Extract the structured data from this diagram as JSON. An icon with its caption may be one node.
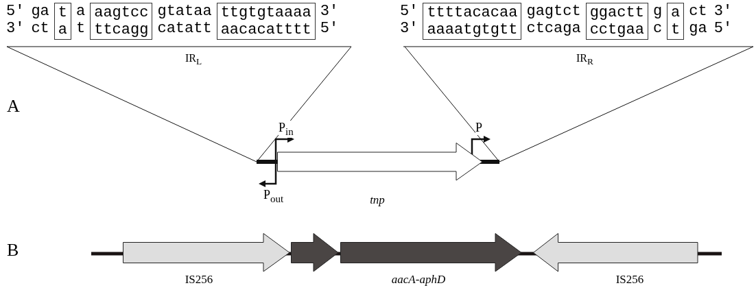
{
  "diagram": {
    "nodes": [
      {
        "text": [
          "t",
          "a"
        ]
      },
      {
        "text": [
          "aagtcc",
          "ttcagg"
        ]
      },
      {
        "text": [
          "ttgtgtaaaa",
          "aacacatttt"
        ]
      },
      {
        "text": [
          "ttttacacaa",
          "aaaatgtgtt"
        ]
      },
      {
        "text": [
          "ggactt",
          "cctgaa"
        ]
      },
      {
        "text": [
          "a",
          "t"
        ]
      },
      {
        "text": [],
        "shape": "arrow",
        "beside": [
          "tnp"
        ]
      },
      {
        "text": [],
        "shape": "arrow",
        "beside": [
          "IS256"
        ]
      },
      {
        "text": [],
        "shape": "arrow"
      },
      {
        "text": [],
        "shape": "arrow",
        "beside": [
          "aacA-aphD"
        ]
      },
      {
        "text": [],
        "shape": "arrow",
        "beside": [
          "IS256"
        ]
      }
    ],
    "edges": [],
    "labels": [
      "5'",
      "ga",
      "a",
      "gtataa",
      "3'",
      "5'",
      "gagtct",
      "g",
      "ct",
      "3'",
      "3'",
      "ct",
      "t",
      "catatt",
      "5'",
      "3'",
      "ctcaga",
      "c",
      "ga",
      "5'",
      "IR$_{L}$",
      "IR$_{R}$",
      "A",
      "P$_{in}$",
      "P",
      "P$_{out}$",
      "B"
    ]
  }
}
